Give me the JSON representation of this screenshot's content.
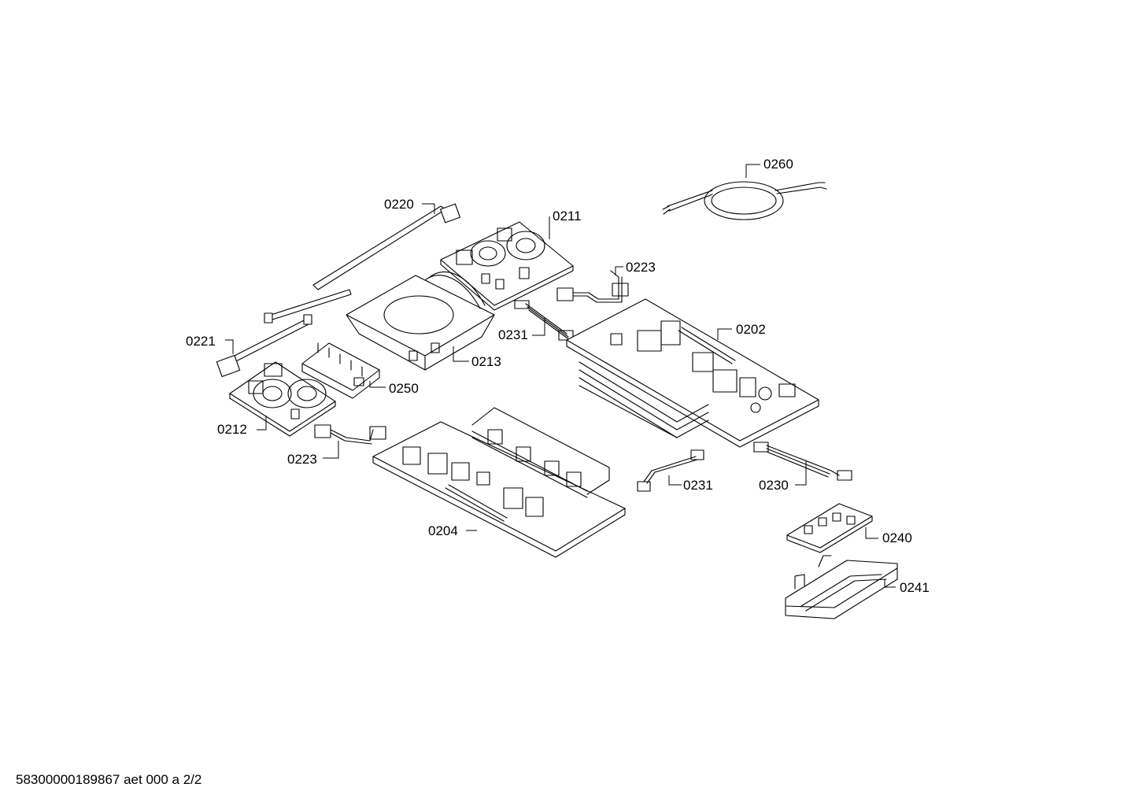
{
  "callouts": {
    "p0260": "0260",
    "p0220": "0220",
    "p0211": "0211",
    "p0223_top": "0223",
    "p0202": "0202",
    "p0221": "0221",
    "p0231_top": "0231",
    "p0213": "0213",
    "p0250": "0250",
    "p0212": "0212",
    "p0223_bottom": "0223",
    "p0204": "0204",
    "p0231_bottom": "0231",
    "p0230": "0230",
    "p0240": "0240",
    "p0241": "0241"
  },
  "footer": {
    "document_id": "58300000189867 aet 000 a 2/2"
  },
  "colors": {
    "line": "#000000",
    "background": "#ffffff"
  }
}
